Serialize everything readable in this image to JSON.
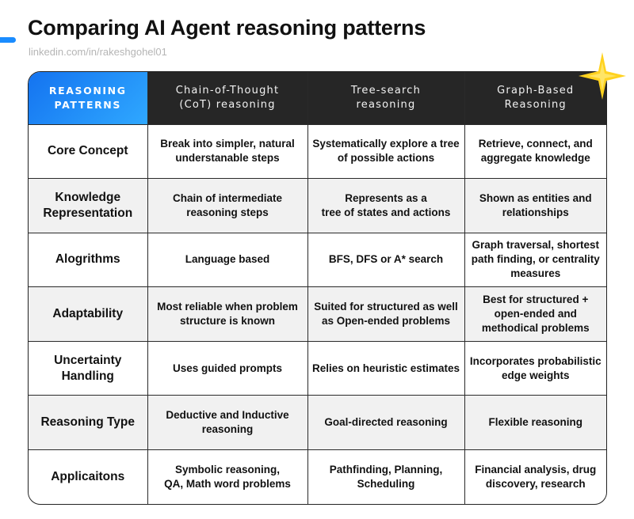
{
  "header": {
    "title": "Comparing AI Agent reasoning patterns",
    "subtitle": "linkedin.com/in/rakeshgohel01"
  },
  "colors": {
    "accent": "#1a8cff",
    "header_bg": "#262626",
    "corner_gradient": [
      "#1473f0",
      "#2fa8ff"
    ],
    "star": "#ffd21f",
    "row_alt": "#f1f1f1"
  },
  "icons": {
    "decoration": "sparkle-star-icon"
  },
  "table": {
    "corner_label": "REASONING\nPATTERNS",
    "columns": [
      "Chain-of-Thought\n(CoT) reasoning",
      "Tree-search\nreasoning",
      "Graph-Based\nReasoning"
    ],
    "rows": [
      {
        "label": "Core Concept",
        "cells": [
          "Break into simpler, natural\nunderstanable steps",
          "Systematically explore a tree\nof possible actions",
          "Retrieve, connect, and\naggregate knowledge"
        ]
      },
      {
        "label": "Knowledge\nRepresentation",
        "cells": [
          "Chain of intermediate\nreasoning steps",
          "Represents as a\ntree of states and actions",
          "Shown as entities and\nrelationships"
        ]
      },
      {
        "label": "Alogrithms",
        "cells": [
          "Language based",
          "BFS, DFS or A* search",
          "Graph traversal, shortest\npath finding, or centrality\nmeasures"
        ]
      },
      {
        "label": "Adaptability",
        "cells": [
          "Most reliable when problem\nstructure is known",
          "Suited for structured as well\nas Open-ended problems",
          "Best for structured +\nopen-ended and\nmethodical problems"
        ]
      },
      {
        "label": "Uncertainty\nHandling",
        "cells": [
          "Uses guided prompts",
          "Relies on heuristic estimates",
          "Incorporates probabilistic\nedge weights"
        ]
      },
      {
        "label": "Reasoning Type",
        "cells": [
          "Deductive and Inductive\nreasoning",
          "Goal-directed reasoning",
          "Flexible reasoning"
        ]
      },
      {
        "label": "Applicaitons",
        "cells": [
          "Symbolic reasoning,\nQA, Math word problems",
          "Pathfinding, Planning,\nScheduling",
          "Financial analysis, drug\ndiscovery, research"
        ]
      }
    ]
  }
}
